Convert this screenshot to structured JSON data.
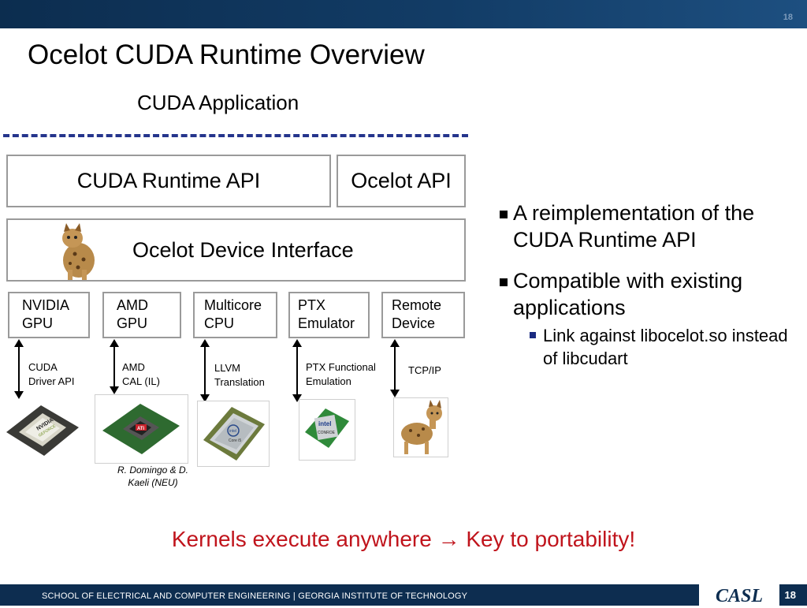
{
  "header": {
    "page_number": "18"
  },
  "title": "Ocelot CUDA Runtime Overview",
  "diagram": {
    "app_label": "CUDA Application",
    "runtime_api": "CUDA Runtime API",
    "ocelot_api": "Ocelot API",
    "device_interface": "Ocelot Device Interface",
    "devices": [
      {
        "line1": "NVIDIA",
        "line2": "GPU",
        "link1": "CUDA",
        "link2": "Driver API",
        "icon": "nvidia-gpu-chip-icon"
      },
      {
        "line1": "AMD",
        "line2": "GPU",
        "link1": "AMD",
        "link2": "CAL (IL)",
        "icon": "ati-gpu-chip-icon"
      },
      {
        "line1": "Multicore",
        "line2": "CPU",
        "link1": "LLVM",
        "link2": "Translation",
        "icon": "intel-core-i5-icon"
      },
      {
        "line1": "PTX",
        "line2": "Emulator",
        "link1": "PTX Functional",
        "link2": "Emulation",
        "icon": "intel-conroe-icon"
      },
      {
        "line1": "Remote",
        "line2": "Device",
        "link1": "TCP/IP",
        "link2": "",
        "icon": "ocelot-cat-icon"
      }
    ],
    "credit_line1": "R. Domingo & D.",
    "credit_line2": "Kaeli (NEU)"
  },
  "bullets": {
    "b1": "A reimplementation of the CUDA Runtime API",
    "b2": "Compatible with existing applications",
    "b2_sub": "Link against libocelot.so instead of libcudart"
  },
  "tagline": {
    "left": "Kernels execute anywhere",
    "arrow": "→",
    "right": "Key to portability!"
  },
  "footer": {
    "school": "SCHOOL OF ELECTRICAL AND COMPUTER ENGINEERING | GEORGIA INSTITUTE OF TECHNOLOGY",
    "logo": "CASL",
    "page_number": "18"
  },
  "colors": {
    "header_bar": "#0c2d4f",
    "dash": "#25358c",
    "tagline": "#c0141c",
    "footer_bar": "#0d2d50"
  }
}
